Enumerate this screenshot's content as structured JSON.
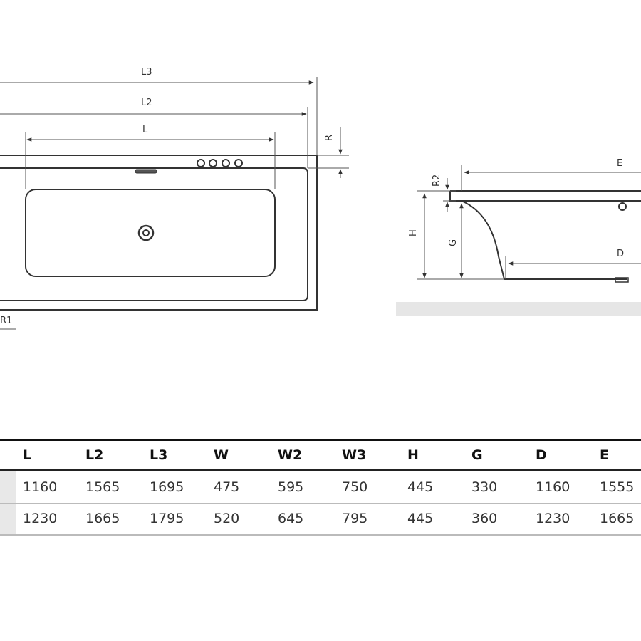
{
  "plan_view": {
    "labels": {
      "l3": "L3",
      "l2": "L2",
      "l": "L",
      "r": "R",
      "r1": "R1"
    }
  },
  "side_view": {
    "labels": {
      "r2": "R2",
      "e": "E",
      "h": "H",
      "g": "G",
      "d": "D"
    }
  },
  "table": {
    "headers": [
      "L",
      "L2",
      "L3",
      "W",
      "W2",
      "W3",
      "H",
      "G",
      "D",
      "E"
    ],
    "rows": [
      [
        "1160",
        "1565",
        "1695",
        "475",
        "595",
        "750",
        "445",
        "330",
        "1160",
        "1555"
      ],
      [
        "1230",
        "1665",
        "1795",
        "520",
        "645",
        "795",
        "445",
        "360",
        "1230",
        "1665"
      ]
    ]
  },
  "colors": {
    "line": "#333333",
    "shade": "#e6e6e6",
    "header_rule": "#111111"
  }
}
